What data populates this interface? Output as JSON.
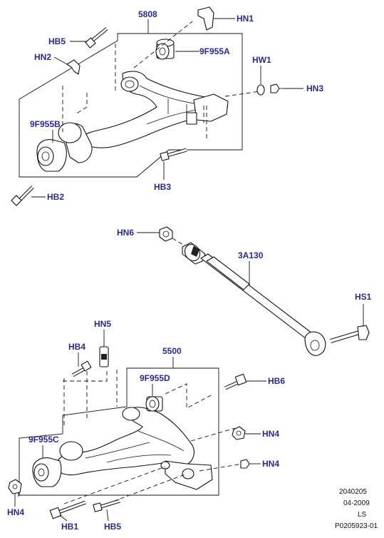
{
  "labels": {
    "upper_arm": "5808",
    "hn1": "HN1",
    "hb5_top": "HB5",
    "upper_bush_front": "9F955A",
    "hn2": "HN2",
    "hw1": "HW1",
    "hn3": "HN3",
    "upper_bush_rear": "9F955B",
    "hb2": "HB2",
    "hb3": "HB3",
    "hn6": "HN6",
    "tie_rod": "3A130",
    "hs1": "HS1",
    "hn5": "HN5",
    "hb4": "HB4",
    "lower_arm": "5500",
    "lower_bush_front": "9F955D",
    "hb6": "HB6",
    "lower_bush_rear": "9F955C",
    "hn4_right_upper": "HN4",
    "hn4_right_lower": "HN4",
    "hn4_left": "HN4",
    "hb1": "HB1",
    "hb5_bottom": "HB5"
  },
  "meta": {
    "date_code": "2040205",
    "issue_date": "04-2009",
    "region": "LS",
    "illustration_id": "P0205923-01"
  },
  "colors": {
    "label_text": "#2a2a8a",
    "line": "#111111",
    "background": "#ffffff"
  }
}
